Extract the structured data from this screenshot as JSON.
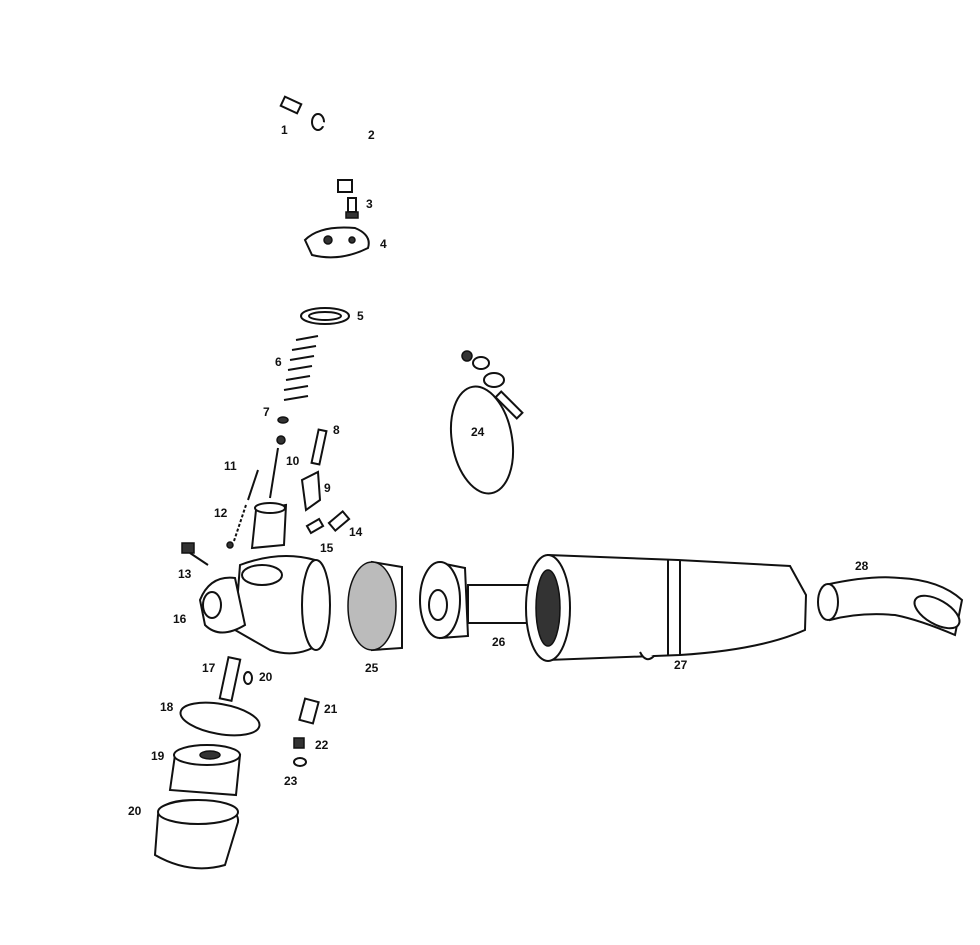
{
  "diagram": {
    "type": "exploded-parts-view",
    "labels": [
      "1",
      "2",
      "3",
      "4",
      "5",
      "6",
      "7",
      "8",
      "9",
      "10",
      "11",
      "12",
      "13",
      "14",
      "15",
      "16",
      "17",
      "18",
      "19",
      "20",
      "21",
      "22",
      "23",
      "24",
      "25",
      "26",
      "27",
      "28",
      "20"
    ]
  }
}
